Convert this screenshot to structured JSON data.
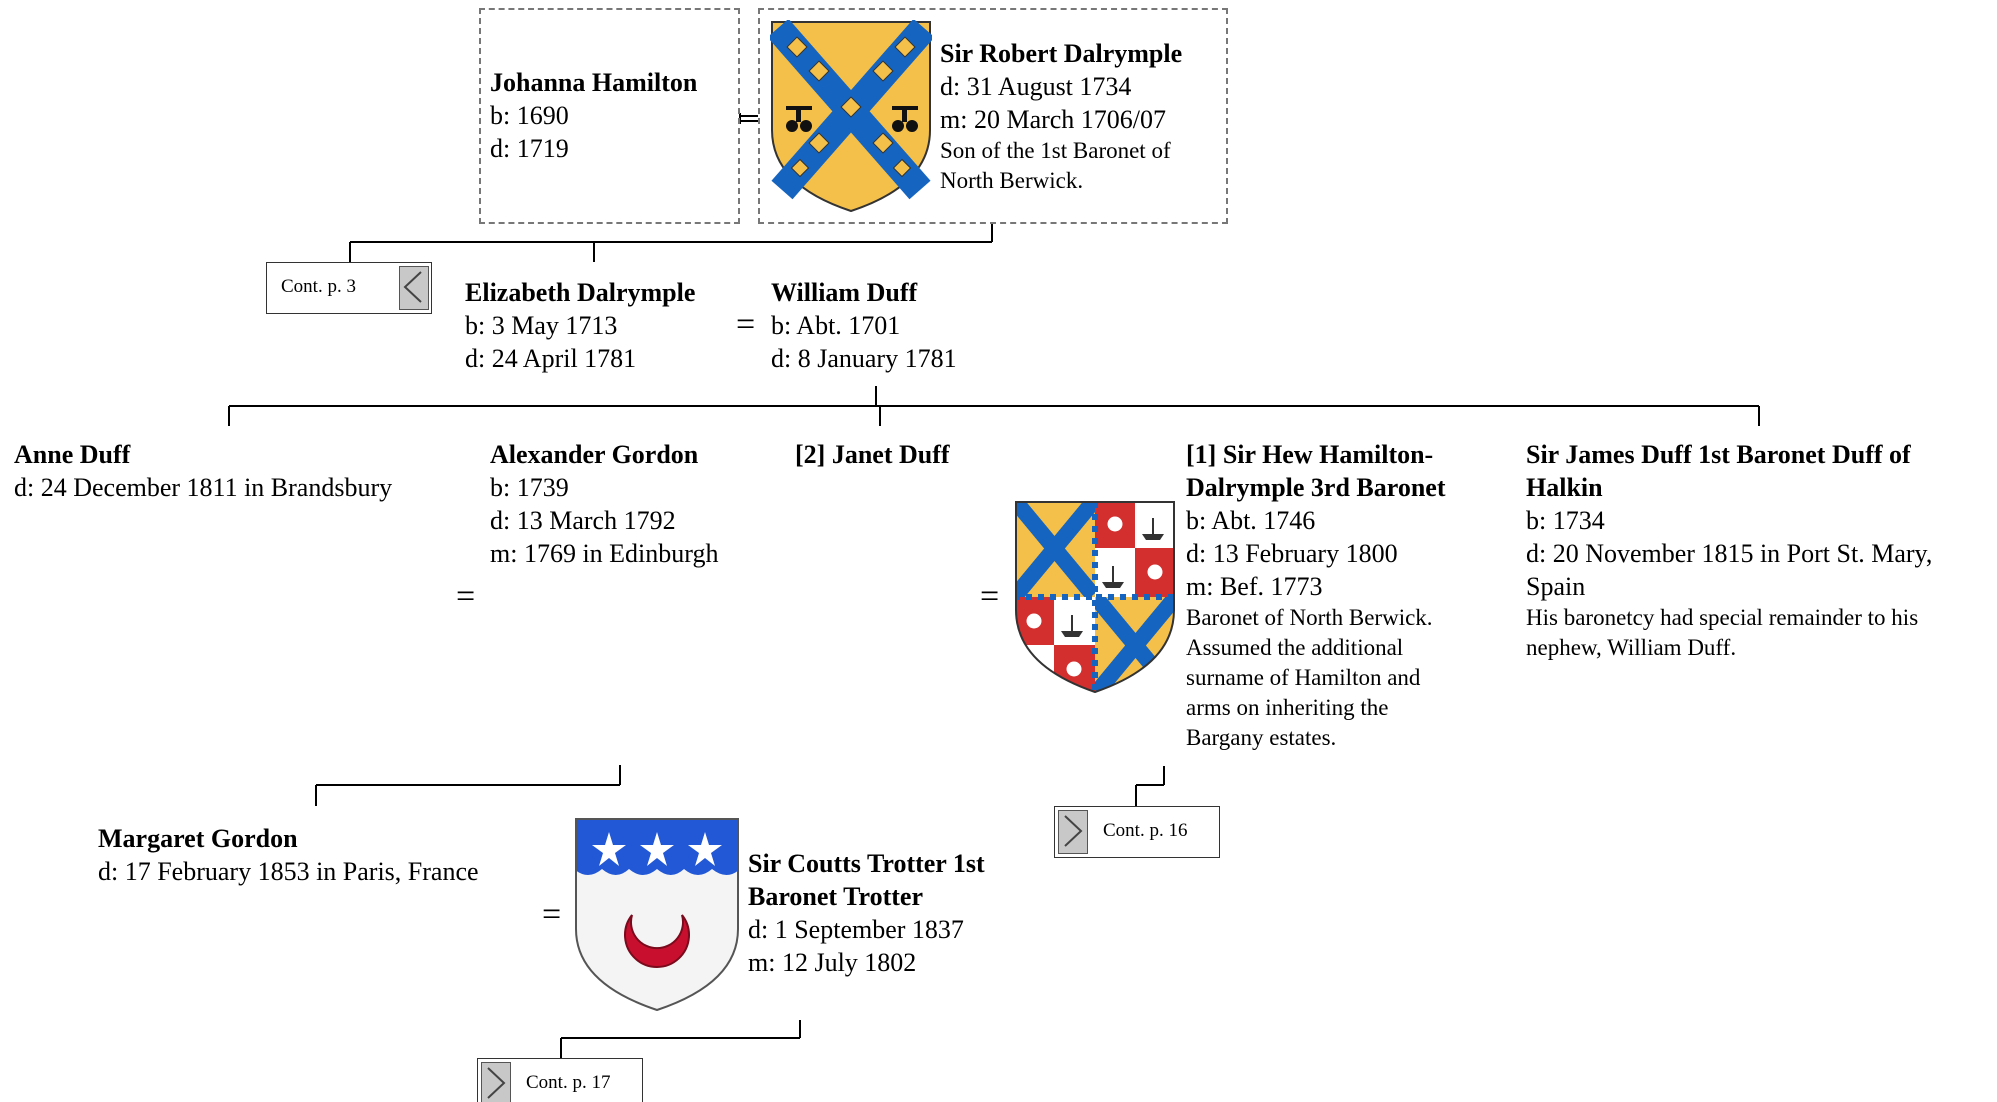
{
  "persons": {
    "johanna": {
      "name": "Johanna Hamilton",
      "b": "b: 1690",
      "d": "d: 1719"
    },
    "robert": {
      "name": "Sir Robert Dalrymple",
      "d": "d: 31 August 1734",
      "m": "m: 20 March 1706/07",
      "note1": "Son of the 1st Baronet of",
      "note2": "North Berwick."
    },
    "elizabeth": {
      "name": "Elizabeth Dalrymple",
      "b": "b: 3 May 1713",
      "d": "d: 24 April 1781"
    },
    "william": {
      "name": "William Duff",
      "b": "b: Abt. 1701",
      "d": "d: 8 January 1781"
    },
    "anne": {
      "name": "Anne Duff",
      "d": "d: 24 December 1811 in Brandsbury"
    },
    "alexander": {
      "name": "Alexander Gordon",
      "b": "b: 1739",
      "d": "d: 13 March 1792",
      "m": "m: 1769 in Edinburgh"
    },
    "janet": {
      "name": "[2] Janet Duff"
    },
    "hew": {
      "name1": "[1] Sir Hew Hamilton-",
      "name2": "Dalrymple 3rd Baronet",
      "b": "b: Abt. 1746",
      "d": "d: 13 February 1800",
      "m": "m: Bef. 1773",
      "note1": "Baronet of North Berwick.",
      "note2": "Assumed the additional",
      "note3": "surname of Hamilton and",
      "note4": "arms on inheriting the",
      "note5": "Bargany estates."
    },
    "james": {
      "name1": "Sir James Duff 1st Baronet Duff of",
      "name2": "Halkin",
      "b": "b: 1734",
      "d1": "d: 20 November 1815 in Port St. Mary,",
      "d2": "Spain",
      "note1": "His baronetcy had special remainder to his",
      "note2": "nephew, William Duff."
    },
    "margaret": {
      "name": "Margaret Gordon",
      "d": "d: 17 February 1853 in Paris, France"
    },
    "coutts": {
      "name1": "Sir Coutts Trotter 1st",
      "name2": "Baronet Trotter",
      "d": "d: 1 September 1837",
      "m": "m: 12 July 1802"
    }
  },
  "marriage_symbol": "=",
  "continuations": {
    "p3": "Cont. p. 3",
    "p16": "Cont. p. 16",
    "p17": "Cont. p. 17"
  },
  "icons": {
    "dalrymple_arms": "dalrymple-shield-icon",
    "hamilton_dalrymple_arms": "hamilton-dalrymple-shield-icon",
    "trotter_arms": "trotter-shield-icon"
  },
  "colors": {
    "gold": "#f5c04a",
    "blue": "#1565c0",
    "red": "#d32f2f",
    "trotter_blue": "#2258d6",
    "trotter_red": "#c8102e"
  }
}
